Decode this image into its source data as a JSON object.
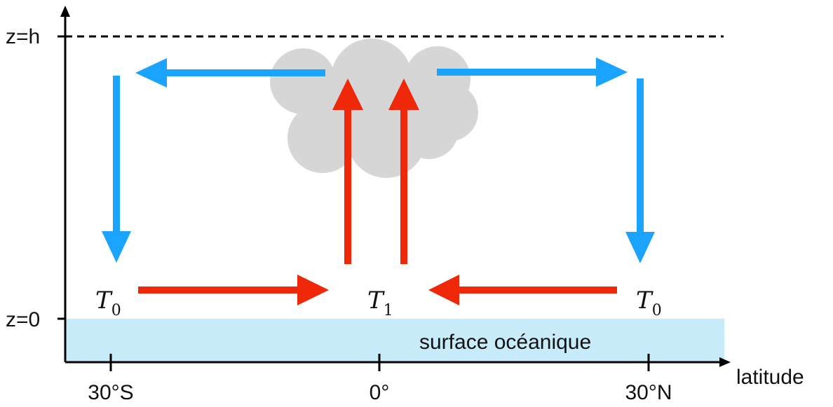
{
  "axes": {
    "y_top_label": "z=h",
    "y_bottom_label": "z=0",
    "x_label": "latitude",
    "x_ticks": [
      "30°S",
      "0°",
      "30°N"
    ]
  },
  "surface": {
    "label": "surface océanique"
  },
  "temperatures": {
    "left": {
      "symbol": "T",
      "subscript": "0"
    },
    "center": {
      "symbol": "T",
      "subscript": "1"
    },
    "right": {
      "symbol": "T",
      "subscript": "0"
    }
  },
  "colors": {
    "descending_flow": "#1aa3ff",
    "rising_flow": "#f0280a",
    "cloud": "#d6d6d6",
    "ocean": "#c8ebfa",
    "axis": "#000000"
  }
}
